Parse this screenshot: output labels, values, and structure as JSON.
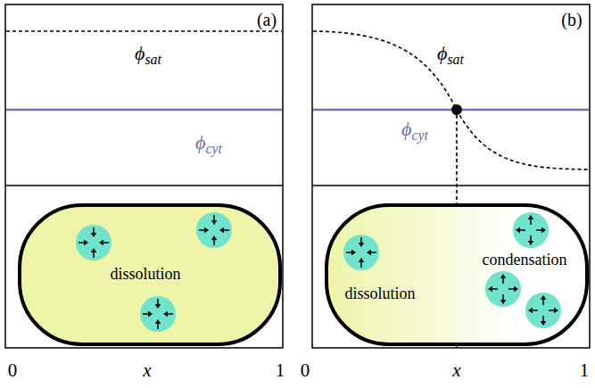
{
  "diagram": {
    "nodes": [
      {
        "text": [
          "(a)",
          "ϕsat",
          "ϕcyt"
        ]
      },
      {
        "text": [
          "dissolution"
        ]
      },
      {
        "text": [
          "(b)",
          "ϕsat",
          "ϕcyt"
        ]
      },
      {
        "text": [
          "dissolution",
          "condensation"
        ]
      }
    ],
    "labels": [
      "0",
      "x",
      "1",
      "0",
      "x",
      "1"
    ]
  }
}
